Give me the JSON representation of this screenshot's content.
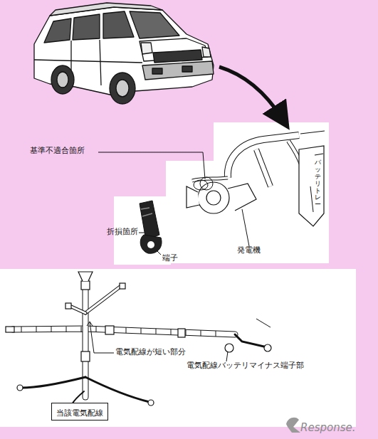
{
  "diagram": {
    "nodes": [
      {
        "text": [
          "当該電気配線"
        ]
      }
    ],
    "labels": [
      "基準不適合箇所",
      "折損箇所",
      "端子",
      "発電機",
      "バッテリトレー",
      "電気配線が短い部分",
      "電気配線バッテリマイナス端子部",
      "Response."
    ]
  }
}
